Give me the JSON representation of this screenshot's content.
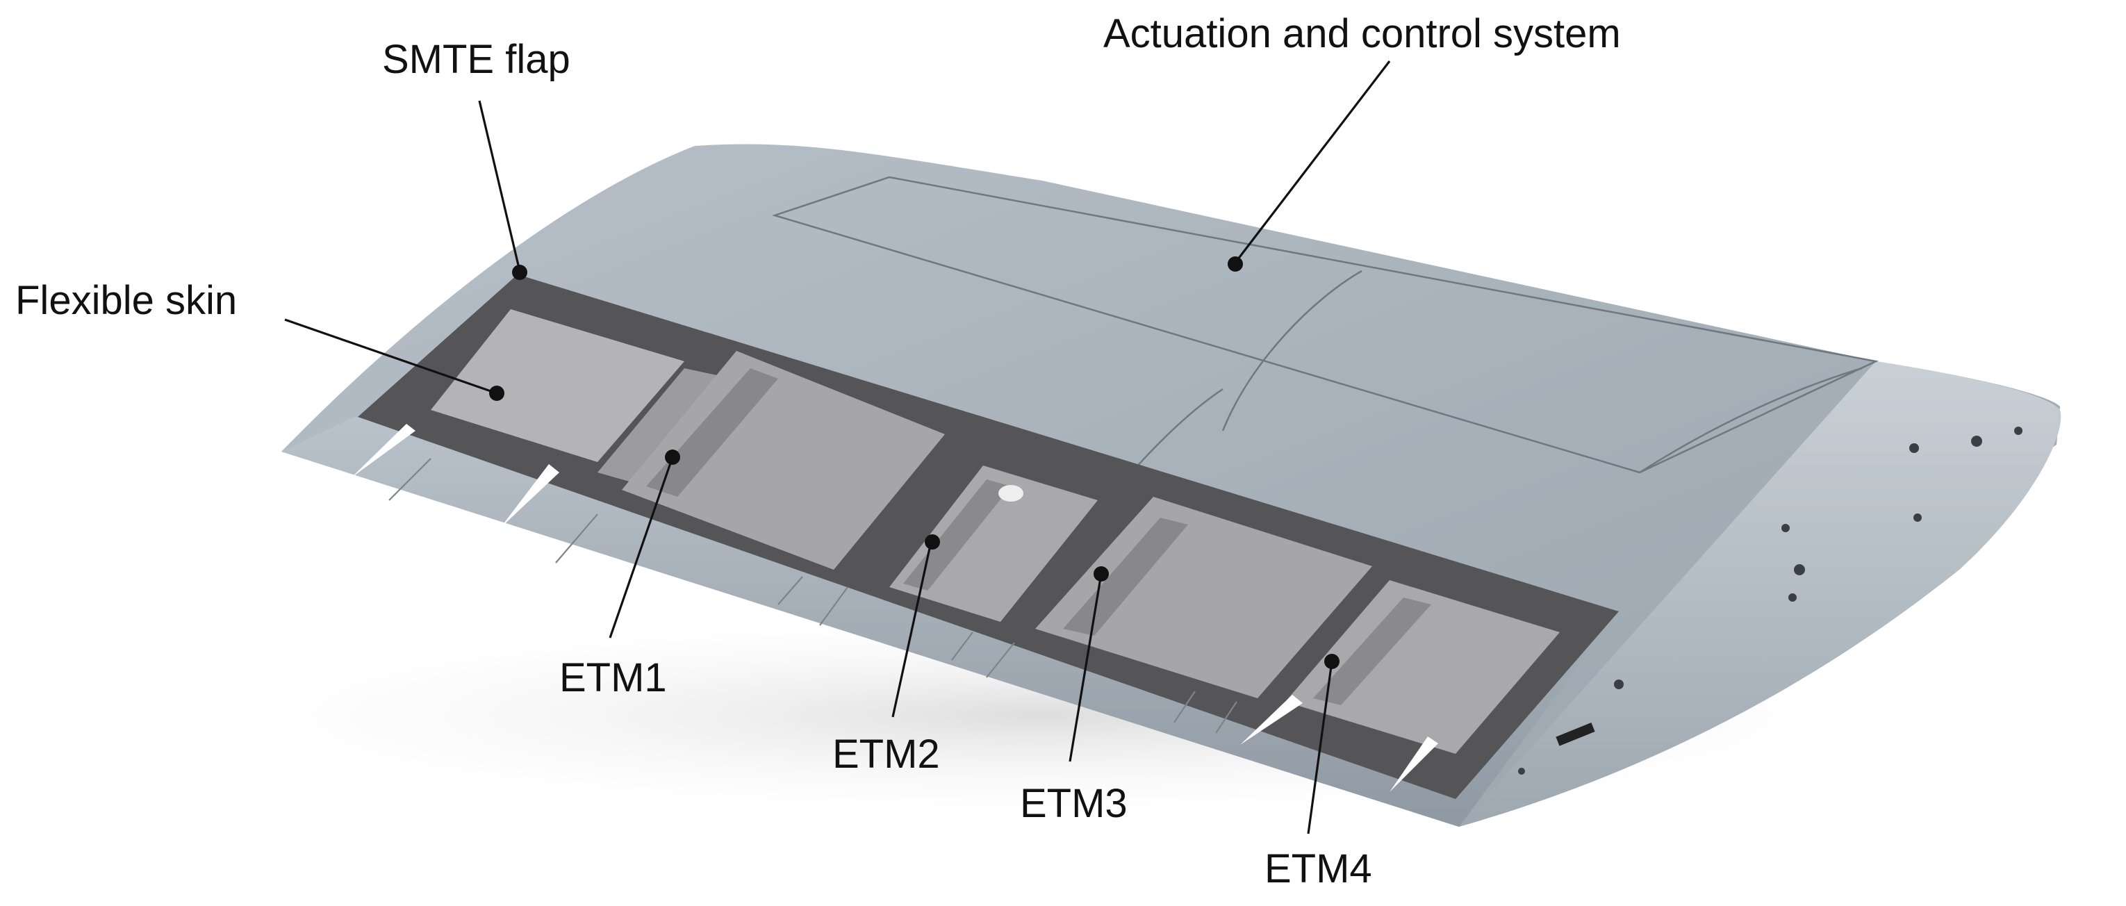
{
  "labels": {
    "smte_flap": "SMTE flap",
    "actuation": "Actuation and control system",
    "flexible_skin": "Flexible skin",
    "etm1": "ETM1",
    "etm2": "ETM2",
    "etm3": "ETM3",
    "etm4": "ETM4"
  },
  "colors": {
    "wing_top": "#a9b3bc",
    "wing_side": "#bcc5cd",
    "wing_lower": "#8f99a3",
    "flap_frame": "#555557",
    "window": "#a8a8aa",
    "window_dark": "#808082",
    "shadow": "#dcdcdc",
    "ink": "#111111"
  }
}
